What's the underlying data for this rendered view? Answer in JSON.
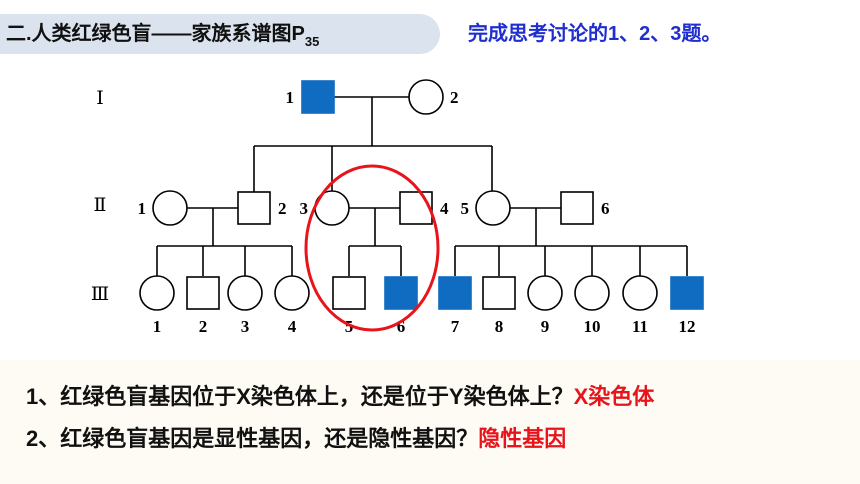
{
  "header": {
    "title_main": "二.人类红绿色盲——家族系谱图P",
    "title_sub": "35",
    "task": "完成思考讨论的1、2、3题。"
  },
  "pedigree": {
    "generations": [
      "Ⅰ",
      "Ⅱ",
      "Ⅲ"
    ],
    "individuals": [
      {
        "id": "I-1",
        "gen": "Ⅰ",
        "label": "1",
        "sex": "male",
        "affected": true
      },
      {
        "id": "I-2",
        "gen": "Ⅰ",
        "label": "2",
        "sex": "female",
        "affected": false
      },
      {
        "id": "II-1",
        "gen": "Ⅱ",
        "label": "1",
        "sex": "female",
        "affected": false
      },
      {
        "id": "II-2",
        "gen": "Ⅱ",
        "label": "2",
        "sex": "male",
        "affected": false
      },
      {
        "id": "II-3",
        "gen": "Ⅱ",
        "label": "3",
        "sex": "female",
        "affected": false
      },
      {
        "id": "II-4",
        "gen": "Ⅱ",
        "label": "4",
        "sex": "male",
        "affected": false
      },
      {
        "id": "II-5",
        "gen": "Ⅱ",
        "label": "5",
        "sex": "female",
        "affected": false
      },
      {
        "id": "II-6",
        "gen": "Ⅱ",
        "label": "6",
        "sex": "male",
        "affected": false
      },
      {
        "id": "III-1",
        "gen": "Ⅲ",
        "label": "1",
        "sex": "female",
        "affected": false
      },
      {
        "id": "III-2",
        "gen": "Ⅲ",
        "label": "2",
        "sex": "male",
        "affected": false
      },
      {
        "id": "III-3",
        "gen": "Ⅲ",
        "label": "3",
        "sex": "female",
        "affected": false
      },
      {
        "id": "III-4",
        "gen": "Ⅲ",
        "label": "4",
        "sex": "female",
        "affected": false
      },
      {
        "id": "III-5",
        "gen": "Ⅲ",
        "label": "5",
        "sex": "male",
        "affected": false
      },
      {
        "id": "III-6",
        "gen": "Ⅲ",
        "label": "6",
        "sex": "male",
        "affected": true
      },
      {
        "id": "III-7",
        "gen": "Ⅲ",
        "label": "7",
        "sex": "male",
        "affected": true
      },
      {
        "id": "III-8",
        "gen": "Ⅲ",
        "label": "8",
        "sex": "male",
        "affected": false
      },
      {
        "id": "III-9",
        "gen": "Ⅲ",
        "label": "9",
        "sex": "female",
        "affected": false
      },
      {
        "id": "III-10",
        "gen": "Ⅲ",
        "label": "10",
        "sex": "female",
        "affected": false
      },
      {
        "id": "III-11",
        "gen": "Ⅲ",
        "label": "11",
        "sex": "female",
        "affected": false
      },
      {
        "id": "III-12",
        "gen": "Ⅲ",
        "label": "12",
        "sex": "male",
        "affected": true
      }
    ],
    "affected_color": "#0f6cc0",
    "highlight_color": "#e8141c"
  },
  "questions": [
    {
      "text": "1、红绿色盲基因位于X染色体上，还是位于Y染色体上？",
      "answer": "X染色体"
    },
    {
      "text": "2、红绿色盲基因是显性基因，还是隐性基因？",
      "answer": "隐性基因"
    }
  ]
}
